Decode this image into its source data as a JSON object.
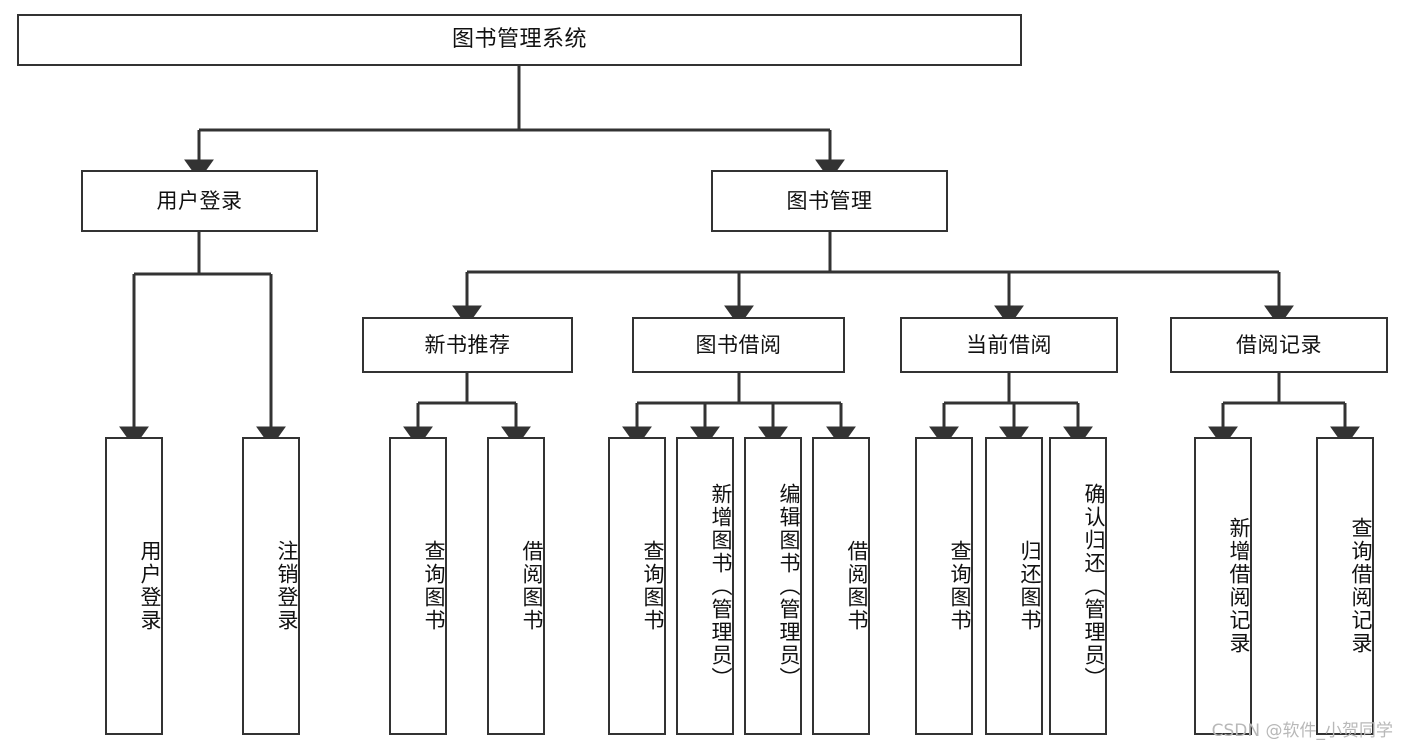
{
  "diagram": {
    "title": "图书管理系统",
    "type": "tree",
    "orientation": "top-down",
    "style": {
      "background": "#ffffff",
      "box_border": "#333333",
      "box_fill": "#ffffff",
      "edge_color": "#333333",
      "text_color": "#111111",
      "watermark_color": "#b8b8b8"
    }
  },
  "nodes": {
    "root": {
      "label": "图书管理系统",
      "level": 0
    },
    "level1": [
      {
        "id": "user-login",
        "label": "用户登录"
      },
      {
        "id": "book-management",
        "label": "图书管理"
      }
    ],
    "level2": [
      {
        "id": "new-book-recommend",
        "label": "新书推荐",
        "parent": "book-management"
      },
      {
        "id": "book-borrow",
        "label": "图书借阅",
        "parent": "book-management"
      },
      {
        "id": "current-borrow",
        "label": "当前借阅",
        "parent": "book-management"
      },
      {
        "id": "borrow-record",
        "label": "借阅记录",
        "parent": "book-management"
      }
    ],
    "leaves": [
      {
        "id": "leaf-user-login",
        "label": "用户登录",
        "parent": "user-login"
      },
      {
        "id": "leaf-logout-login",
        "label": "注销登录",
        "parent": "user-login"
      },
      {
        "id": "leaf-query-book-1",
        "label": "查询图书",
        "parent": "new-book-recommend"
      },
      {
        "id": "leaf-borrow-book-1",
        "label": "借阅图书",
        "parent": "new-book-recommend"
      },
      {
        "id": "leaf-query-book-2",
        "label": "查询图书",
        "parent": "book-borrow"
      },
      {
        "id": "leaf-add-book",
        "label": "新增图书（管理员）",
        "parent": "book-borrow"
      },
      {
        "id": "leaf-edit-book",
        "label": "编辑图书（管理员）",
        "parent": "book-borrow"
      },
      {
        "id": "leaf-borrow-book-2",
        "label": "借阅图书",
        "parent": "book-borrow"
      },
      {
        "id": "leaf-query-book-3",
        "label": "查询图书",
        "parent": "current-borrow"
      },
      {
        "id": "leaf-return-book",
        "label": "归还图书",
        "parent": "current-borrow"
      },
      {
        "id": "leaf-confirm-return",
        "label": "确认归还（管理员）",
        "parent": "current-borrow"
      },
      {
        "id": "leaf-add-record",
        "label": "新增借阅记录",
        "parent": "borrow-record"
      },
      {
        "id": "leaf-query-record",
        "label": "查询借阅记录",
        "parent": "borrow-record"
      }
    ]
  },
  "watermark": {
    "text": "CSDN @软件_小贺同学"
  }
}
